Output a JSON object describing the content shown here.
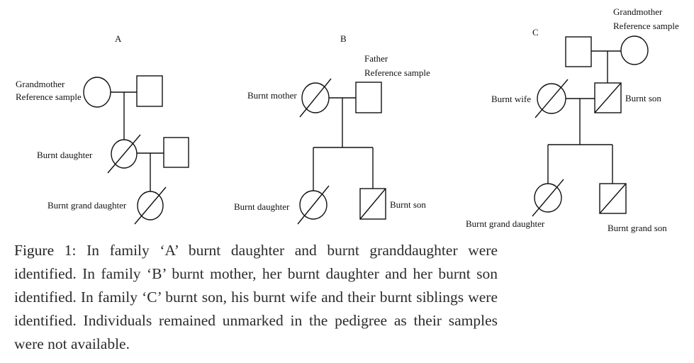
{
  "panels": {
    "A": {
      "title": "A",
      "grandmother": [
        "Grandmother",
        "Reference sample"
      ],
      "daughter": "Burnt daughter",
      "granddaughter": "Burnt grand daughter"
    },
    "B": {
      "title": "B",
      "father": [
        "Father",
        "Reference sample"
      ],
      "mother": "Burnt mother",
      "daughter": "Burnt daughter",
      "son": "Burnt son"
    },
    "C": {
      "title": "C",
      "grandmother": [
        "Grandmother",
        "Reference sample"
      ],
      "wife": "Burnt wife",
      "son": "Burnt son",
      "granddaughter": "Burnt grand daughter",
      "grandson": "Burnt grand son"
    }
  },
  "caption": {
    "label": "Figure 1",
    "text": ": In family ‘A’ burnt daughter and burnt granddaughter were identified. In family ‘B’ burnt mother, her burnt daughter and her burnt son identified. In family ‘C’ burnt son, his burnt wife and their burnt siblings were identified. Individuals remained unmarked in the pedigree as their samples were not available."
  }
}
